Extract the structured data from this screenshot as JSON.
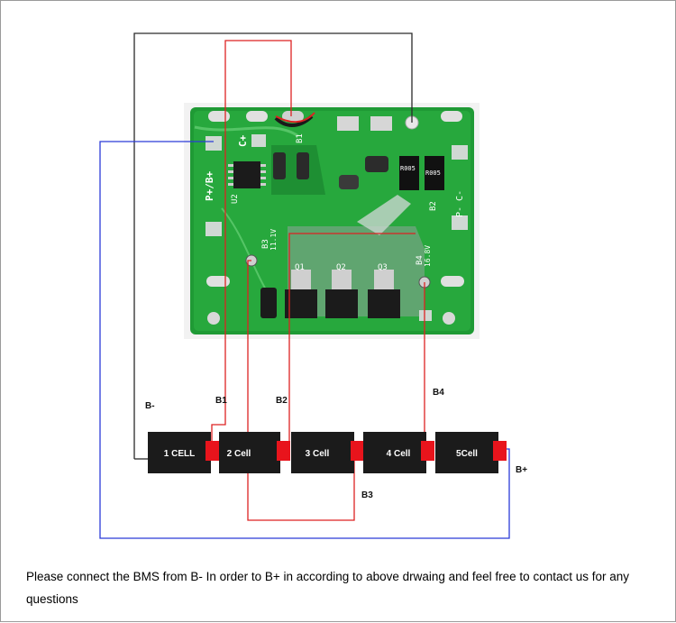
{
  "diagram": {
    "labels": {
      "b_minus": "B-",
      "b1": "B1",
      "b2": "B2",
      "b3": "B3",
      "b4": "B4",
      "b_plus": "B+"
    },
    "cells": [
      "1 CELL",
      "2 Cell",
      "3 Cell",
      "4 Cell",
      "5Cell"
    ],
    "board": {
      "silkscreen": {
        "p_plus_b_plus": "P+/B+",
        "c_plus": "C+",
        "p_minus_c_minus": "P- C-",
        "u2": "U2",
        "q1": "Q1",
        "q2": "Q2",
        "q3": "Q3",
        "b1_marking": "B1",
        "b2_marking": "B2",
        "b3_marking": "B3",
        "b3_voltage": "11.1V",
        "b4_marking": "B4",
        "b4_voltage": "16.8V",
        "r1_code": "R005",
        "r2_code": "R005"
      }
    },
    "colors": {
      "wire_black": "#2a2a2a",
      "wire_red": "#dd2222",
      "wire_blue": "#2b3bd8",
      "cell_body": "#1b1b1b",
      "terminal": "#e8141c",
      "pcb": "#1f9a35"
    }
  },
  "caption": {
    "line": "Please connect the BMS from B- In order to B+ in according to above drwaing   and feel free to contact us for any questions"
  }
}
